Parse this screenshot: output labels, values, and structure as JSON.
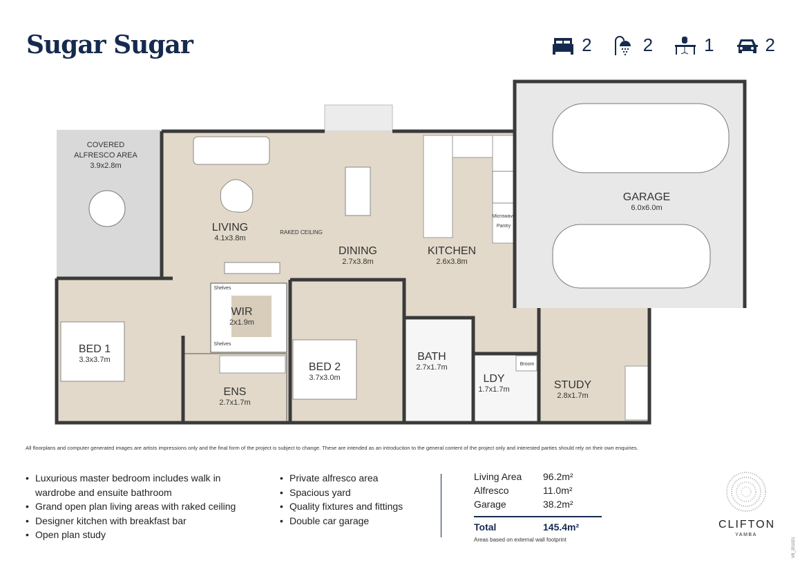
{
  "title": "Sugar Sugar",
  "specs": [
    {
      "icon": "bed-icon",
      "value": "2"
    },
    {
      "icon": "shower-icon",
      "value": "2"
    },
    {
      "icon": "desk-icon",
      "value": "1"
    },
    {
      "icon": "car-icon",
      "value": "2"
    }
  ],
  "rooms": {
    "alfresco": {
      "name": "COVERED",
      "name2": "ALFRESCO AREA",
      "dim": "3.9x2.8m"
    },
    "living": {
      "name": "LIVING",
      "dim": "4.1x3.8m"
    },
    "raked": "RAKED CEILING",
    "dining": {
      "name": "DINING",
      "dim": "2.7x3.8m"
    },
    "kitchen": {
      "name": "KITCHEN",
      "dim": "2.6x3.8m"
    },
    "microwave": "Microwave",
    "pantry": "Pantry",
    "garage": {
      "name": "GARAGE",
      "dim": "6.0x6.0m"
    },
    "wir": {
      "name": "WIR",
      "dim": "2x1.9m"
    },
    "shelves": "Shelves",
    "bed1": {
      "name": "BED 1",
      "dim": "3.3x3.7m"
    },
    "bed2": {
      "name": "BED 2",
      "dim": "3.7x3.0m"
    },
    "ens": {
      "name": "ENS",
      "dim": "2.7x1.7m"
    },
    "bath": {
      "name": "BATH",
      "dim": "2.7x1.7m"
    },
    "ldy": {
      "name": "LDY",
      "dim": "1.7x1.7m"
    },
    "broom": "Broom",
    "study": {
      "name": "STUDY",
      "dim": "2.8x1.7m"
    }
  },
  "disclaimer": "All floorplans and computer generated images are artists impressions only and the final form of the project is subject to change. These are intended as an introduction to the general content of the project only and interested parties should rely on their own enquiries.",
  "features_left": [
    "Luxurious master bedroom includes walk in wardrobe and ensuite bathroom",
    "Grand open plan living areas with raked ceiling",
    "Designer kitchen with breakfast bar",
    "Open plan study"
  ],
  "features_right": [
    "Private alfresco area",
    "Spacious yard",
    "Quality fixtures and fittings",
    "Double car garage"
  ],
  "areas": {
    "rows": [
      {
        "label": "Living Area",
        "value": "96.2m²"
      },
      {
        "label": "Alfresco",
        "value": "11.0m²"
      },
      {
        "label": "Garage",
        "value": "38.2m²"
      }
    ],
    "total": {
      "label": "Total",
      "value": "145.4m²"
    },
    "note": "Areas based on external wall footprint"
  },
  "logo": {
    "name": "CLIFTON",
    "sub": "YAMBA"
  },
  "version": "V8_201021",
  "colors": {
    "navy": "#152a4e",
    "floor": "#e2d9ca",
    "garage": "#e8e8e8",
    "wall": "#3a3a3a"
  }
}
